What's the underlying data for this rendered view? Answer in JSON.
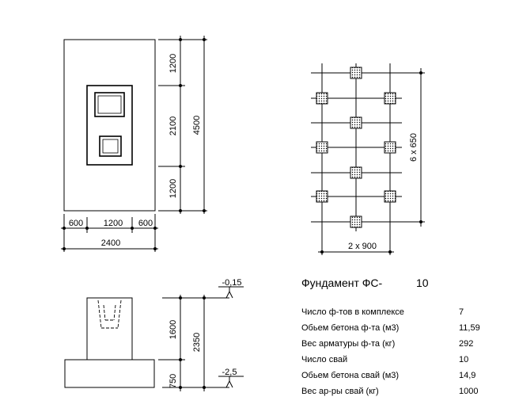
{
  "plan": {
    "dim_top": "1200",
    "dim_middle": "2100",
    "dim_bottom": "1200",
    "dim_total_height": "4500",
    "dim_left": "600",
    "dim_center": "1200",
    "dim_right": "600",
    "dim_total_width": "2400"
  },
  "piles": {
    "dim_vertical": "6 x 650",
    "dim_horizontal": "2 x 900"
  },
  "section": {
    "level_top": "-0,15",
    "level_bottom": "-2,5",
    "dim_upper": "1600",
    "dim_lower": "750",
    "dim_total": "2350"
  },
  "title": {
    "label": "Фундамент ФС-",
    "number": "10"
  },
  "table": [
    {
      "label": "Число ф-тов в комплексе",
      "value": "7"
    },
    {
      "label": "Обьем бетона ф-та (м3)",
      "value": "11,59"
    },
    {
      "label": "Вес арматуры ф-та (кг)",
      "value": "292"
    },
    {
      "label": "Число свай",
      "value": "10"
    },
    {
      "label": "Обьем бетона свай (м3)",
      "value": "14,9"
    },
    {
      "label": "Вес ар-ры свай (кг)",
      "value": "1000"
    }
  ]
}
